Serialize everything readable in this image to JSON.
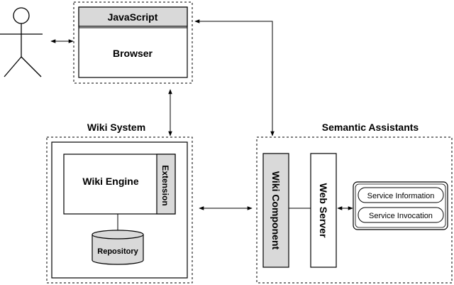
{
  "browser": {
    "header": "JavaScript",
    "label": "Browser"
  },
  "wiki_system": {
    "title": "Wiki System",
    "engine_label": "Wiki Engine",
    "extension_label": "Extension",
    "repository_label": "Repository"
  },
  "semantic_assistants": {
    "title": "Semantic Assistants",
    "wiki_component_label": "Wiki Component",
    "web_server_label": "Web Server",
    "services": [
      "Service Information",
      "Service Invocation"
    ]
  },
  "colors": {
    "line": "#000000",
    "grey_fill": "#d9d9d9",
    "background": "#ffffff"
  }
}
